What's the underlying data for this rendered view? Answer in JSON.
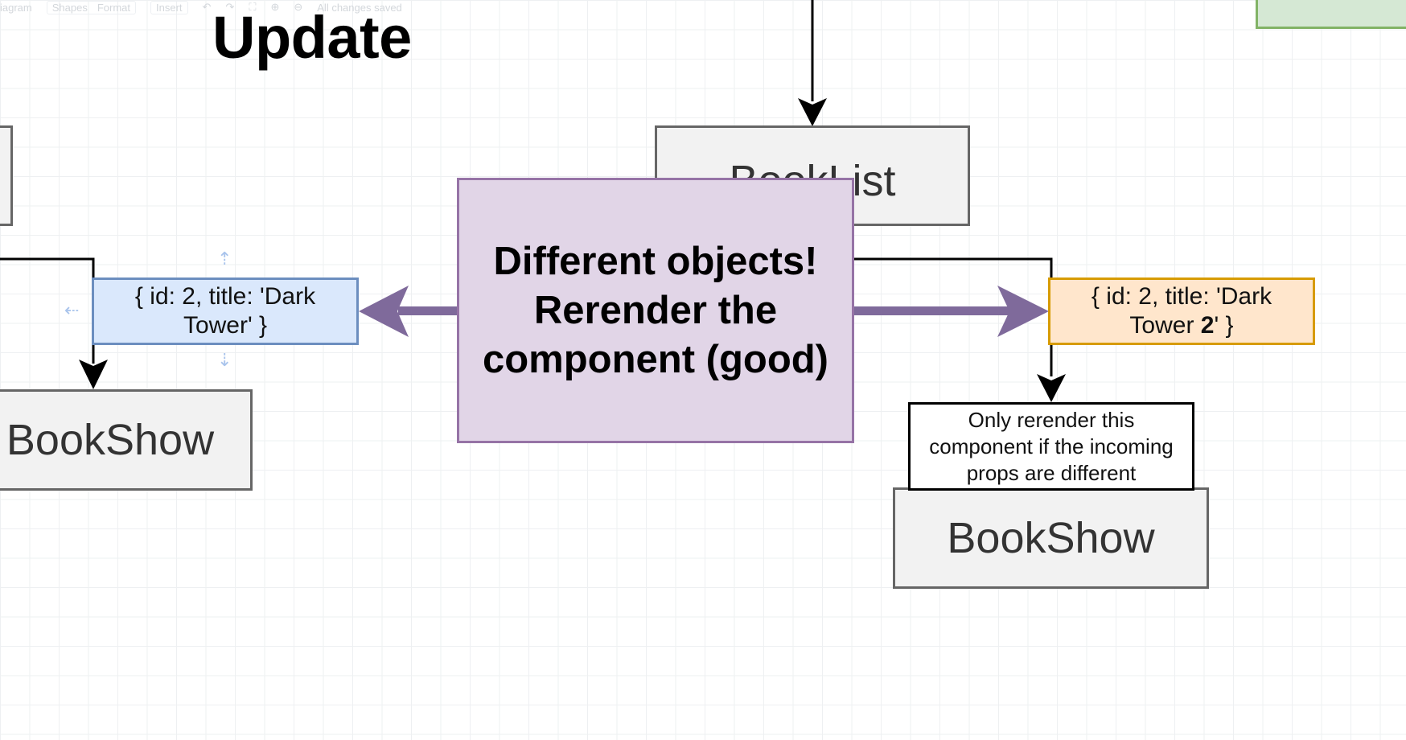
{
  "toolbar": {
    "items": [
      "iagram",
      "Shapes",
      "Format",
      "Insert",
      "All changes saved"
    ]
  },
  "title": "Update",
  "nodes": {
    "booklist": "BookList",
    "bookshow_left": "BookShow",
    "bookshow_right": "BookShow",
    "props_left_line1": "{ id: 2, title: 'Dark",
    "props_left_line2": "Tower' }",
    "props_right_line1": "{ id: 2, title: 'Dark",
    "props_right_line2a": "Tower ",
    "props_right_line2b": "2",
    "props_right_line2c": "' }",
    "callout_line1": "Different objects!",
    "callout_line2": "Rerender the",
    "callout_line3": "component (good)",
    "note_line1": "Only rerender this",
    "note_line2": "component if the incoming",
    "note_line3": "props are different"
  },
  "colors": {
    "gray_fill": "#f2f2f2",
    "gray_stroke": "#666666",
    "blue_fill": "#dae8fc",
    "blue_stroke": "#6c8ebf",
    "orange_fill": "#ffe6cc",
    "orange_stroke": "#d79b00",
    "purple_fill": "#e1d5e7",
    "purple_stroke": "#9673a6",
    "purple_arrow": "#7f6a9b",
    "green_fill": "#d5e8d4",
    "green_stroke": "#82b366"
  }
}
